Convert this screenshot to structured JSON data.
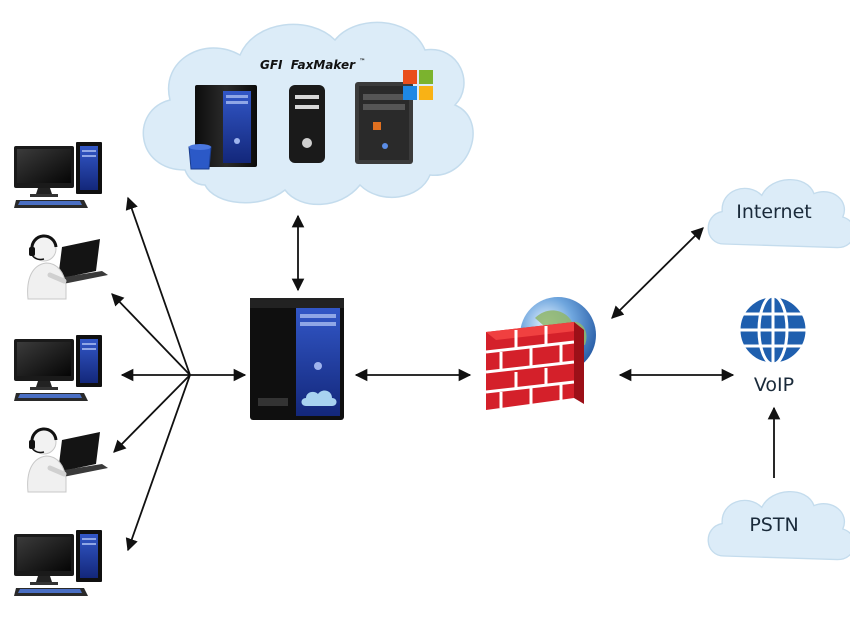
{
  "brand": {
    "prefix": "GFI",
    "name": "FaxMaker",
    "mark": "™"
  },
  "clouds": {
    "internet": "Internet",
    "voip": "VoIP",
    "pstn": "PSTN"
  },
  "icons": {
    "workstation": "desktop-computer-icon",
    "operator": "headset-user-laptop-icon",
    "server": "tower-server-icon",
    "firewall": "brick-firewall-icon",
    "globe": "globe-icon"
  },
  "colors": {
    "cloud_fill": "#dcecf8",
    "cloud_stroke": "#c4dced",
    "server_blue": "#1e3b9c",
    "brick_red": "#d4202a",
    "globe_blue": "#2a6fc0",
    "arrow": "#111111"
  }
}
